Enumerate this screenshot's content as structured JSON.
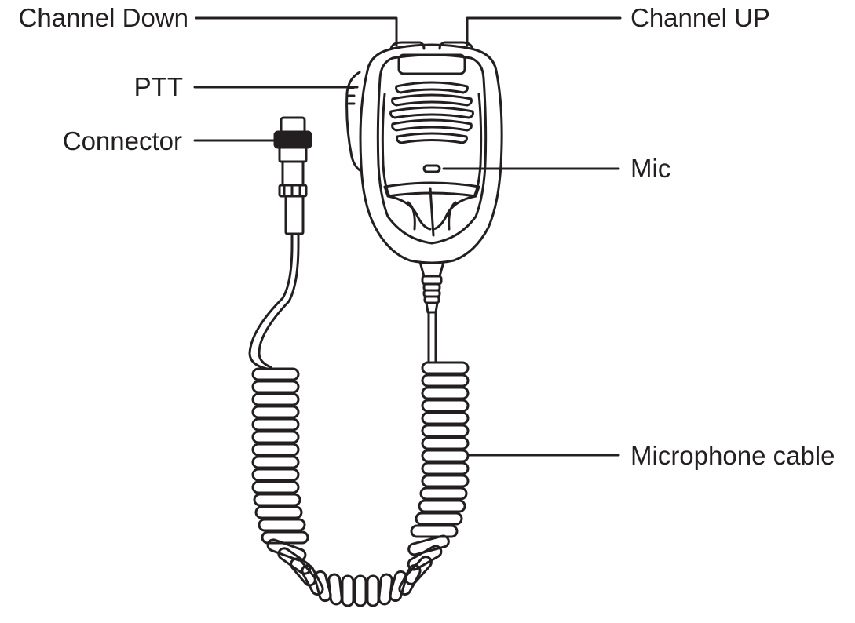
{
  "labels": {
    "channel_down": "Channel Down",
    "channel_up": "Channel UP",
    "ptt": "PTT",
    "connector": "Connector",
    "mic": "Mic",
    "microphone_cable": "Microphone cable"
  },
  "colors": {
    "line": "#231f20",
    "background": "#ffffff"
  }
}
